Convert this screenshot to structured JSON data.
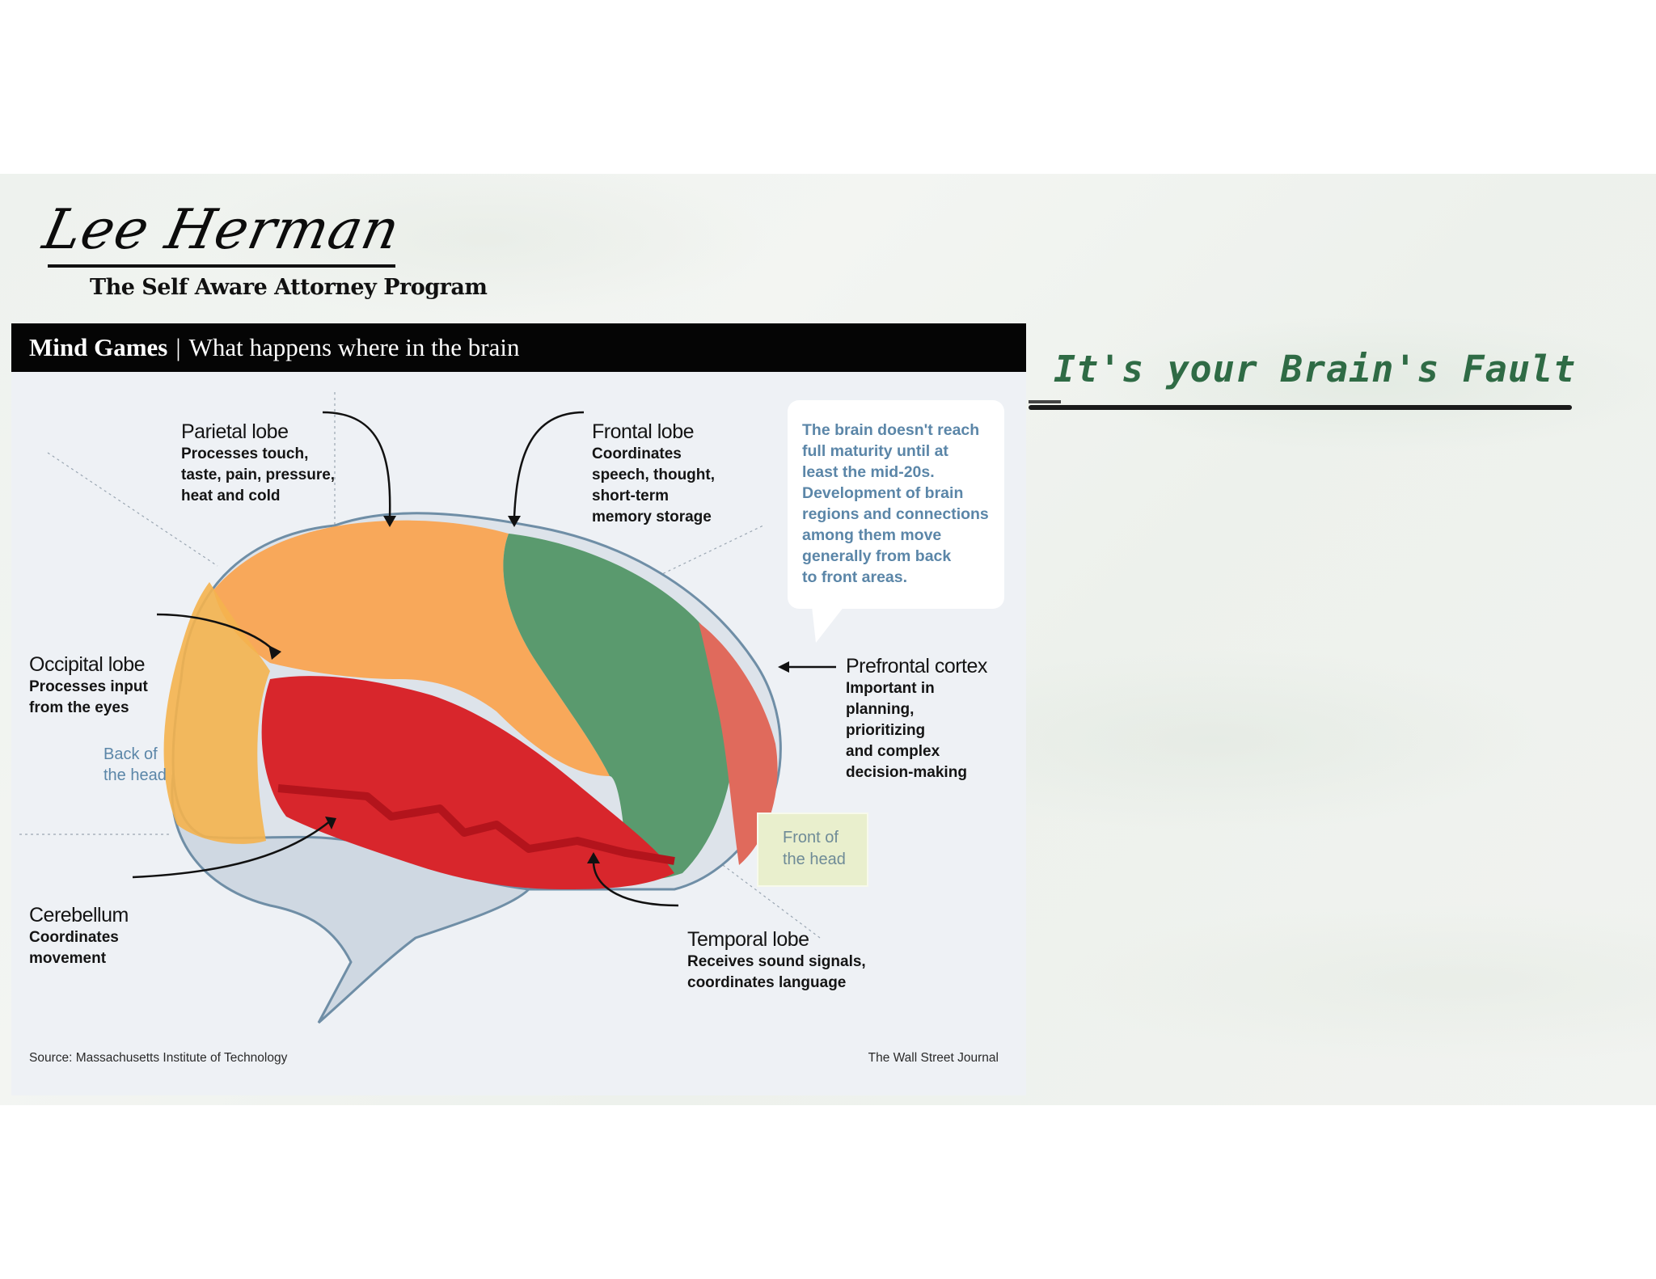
{
  "logo": {
    "name": "Lee Herman",
    "subtitle": "The Self Aware Attorney Program"
  },
  "headline": "It's your Brain's Fault",
  "figure": {
    "title": "Mind Games",
    "separator": "|",
    "subtitle": "What happens where in the brain",
    "labels": {
      "parietal": {
        "title": "Parietal lobe",
        "desc": "Processes touch,\ntaste, pain, pressure,\nheat and cold"
      },
      "frontal": {
        "title": "Frontal lobe",
        "desc": "Coordinates\nspeech, thought,\nshort-term\nmemory storage"
      },
      "occipital": {
        "title": "Occipital lobe",
        "desc": "Processes input\nfrom the eyes"
      },
      "prefrontal": {
        "title": "Prefrontal cortex",
        "desc": "Important in\nplanning,\nprioritizing\nand complex\ndecision-making"
      },
      "cerebellum": {
        "title": "Cerebellum",
        "desc": "Coordinates\nmovement"
      },
      "temporal": {
        "title": "Temporal lobe",
        "desc": "Receives sound signals,\ncoordinates language"
      }
    },
    "callout": "The brain doesn't reach\nfull maturity until at\nleast the mid-20s.\nDevelopment of brain\nregions and connections\namong them move\ngenerally from back\nto front areas.",
    "back_of_head": "Back of\nthe head",
    "front_of_head": "Front of\nthe head",
    "source": "Source: Massachusetts Institute of Technology",
    "credit": "The Wall Street Journal"
  },
  "colors": {
    "headline": "#2f6b45",
    "parietal": "#f8a85a",
    "frontal": "#5a9a6e",
    "prefrontal": "#e06a5c",
    "temporal": "#d8262c",
    "occipital": "#f4b24e",
    "cerebellum": "#c9d3dd",
    "callout_text": "#5b86a8"
  }
}
